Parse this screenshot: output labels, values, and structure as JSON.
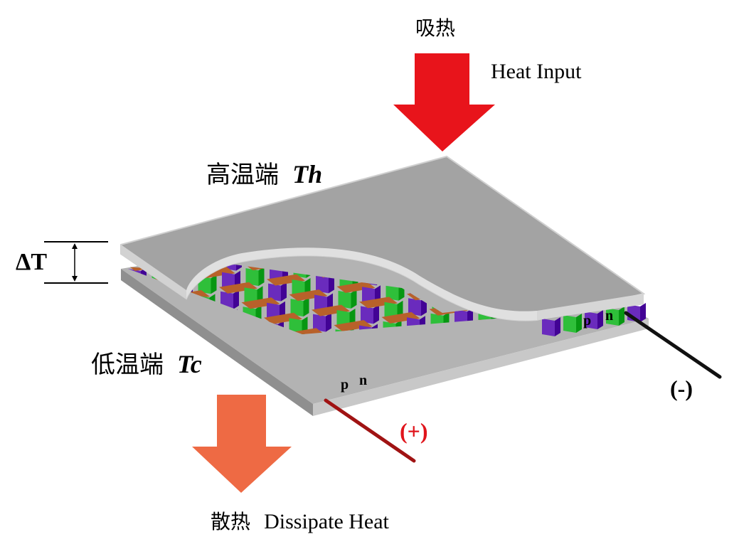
{
  "labels": {
    "absorb_cn": "吸热",
    "absorb_en": "Heat Input",
    "hot_side_cn": "高温端",
    "hot_side_symbol": "Th",
    "cold_side_cn": "低温端",
    "cold_side_symbol": "Tc",
    "delta_t": "ΔT",
    "dissipate_cn": "散热",
    "dissipate_en": "Dissipate Heat",
    "positive_terminal": "(+)",
    "negative_terminal": "(-)",
    "p_leg": "p",
    "n_leg": "n"
  },
  "colors": {
    "heat_input_arrow": "#e8141b",
    "dissipate_arrow": "#ee6a44",
    "plate": "#9e9e9e",
    "plate_edge": "#cfcfcf",
    "p_element": "#6a2bbd",
    "n_element": "#2fbf3a",
    "conductor": "#b8612a",
    "positive_wire": "#a01313",
    "negative_wire": "#111111",
    "positive_label": "#e0141b"
  }
}
